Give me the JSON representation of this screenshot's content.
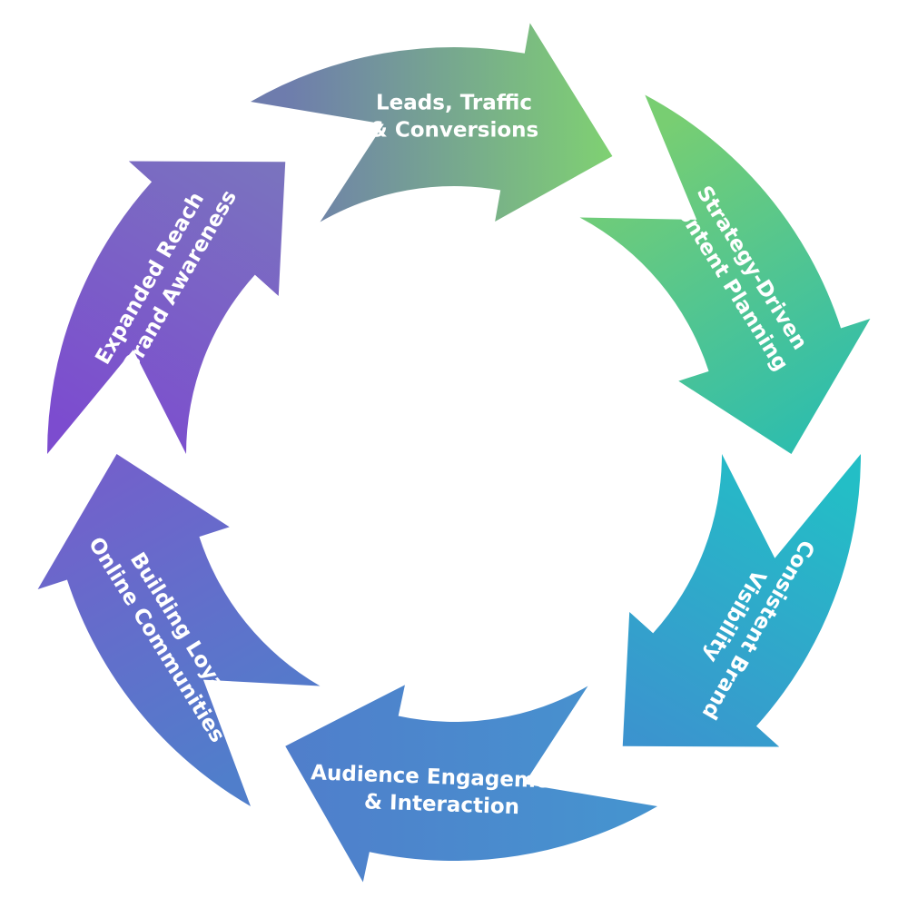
{
  "diagram": {
    "type": "cycle",
    "segments": [
      {
        "id": "strategy",
        "lines": [
          "Strategy-Driven",
          "Content Planning"
        ],
        "color_start": "#78CE72",
        "color_end": "#2DBDAE"
      },
      {
        "id": "visibility",
        "lines": [
          "Consistent Brand",
          "Visibility"
        ],
        "color_start": "#23BEC6",
        "color_end": "#3C92CF"
      },
      {
        "id": "engagement",
        "lines": [
          "Audience Engagement",
          "& Interaction"
        ],
        "color_start": "#4693CF",
        "color_end": "#507ECB"
      },
      {
        "id": "community",
        "lines": [
          "Building Loyal",
          "Online Communities"
        ],
        "color_start": "#507ECB",
        "color_end": "#7360CB"
      },
      {
        "id": "reach",
        "lines": [
          "Expanded Reach",
          "& Brand Awareness"
        ],
        "color_start": "#7C4CCF",
        "color_end": "#7A74BE"
      },
      {
        "id": "leads",
        "lines": [
          "Leads, Traffic",
          "& Conversions"
        ],
        "color_start": "#6E7CAD",
        "color_end": "#7FD172"
      }
    ]
  }
}
